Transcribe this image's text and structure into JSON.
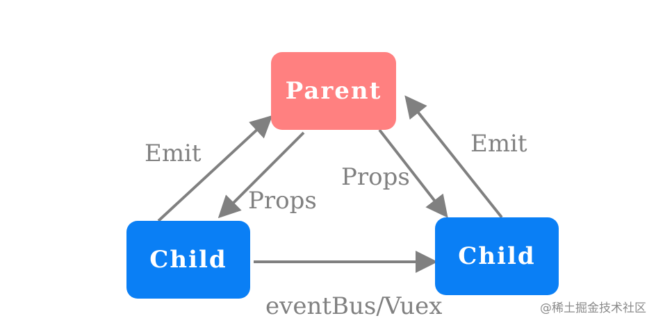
{
  "nodes": {
    "parent": "Parent",
    "child_left": "Child",
    "child_right": "Child"
  },
  "edges": {
    "emit_left": "Emit",
    "props_left": "Props",
    "props_right": "Props",
    "emit_right": "Emit",
    "event_bus": "eventBus/Vuex"
  },
  "watermark": "@稀土掘金技术社区",
  "colors": {
    "parent": "#ff8080",
    "child": "#0a7ff5",
    "arrow": "#808080",
    "label": "#808080"
  }
}
